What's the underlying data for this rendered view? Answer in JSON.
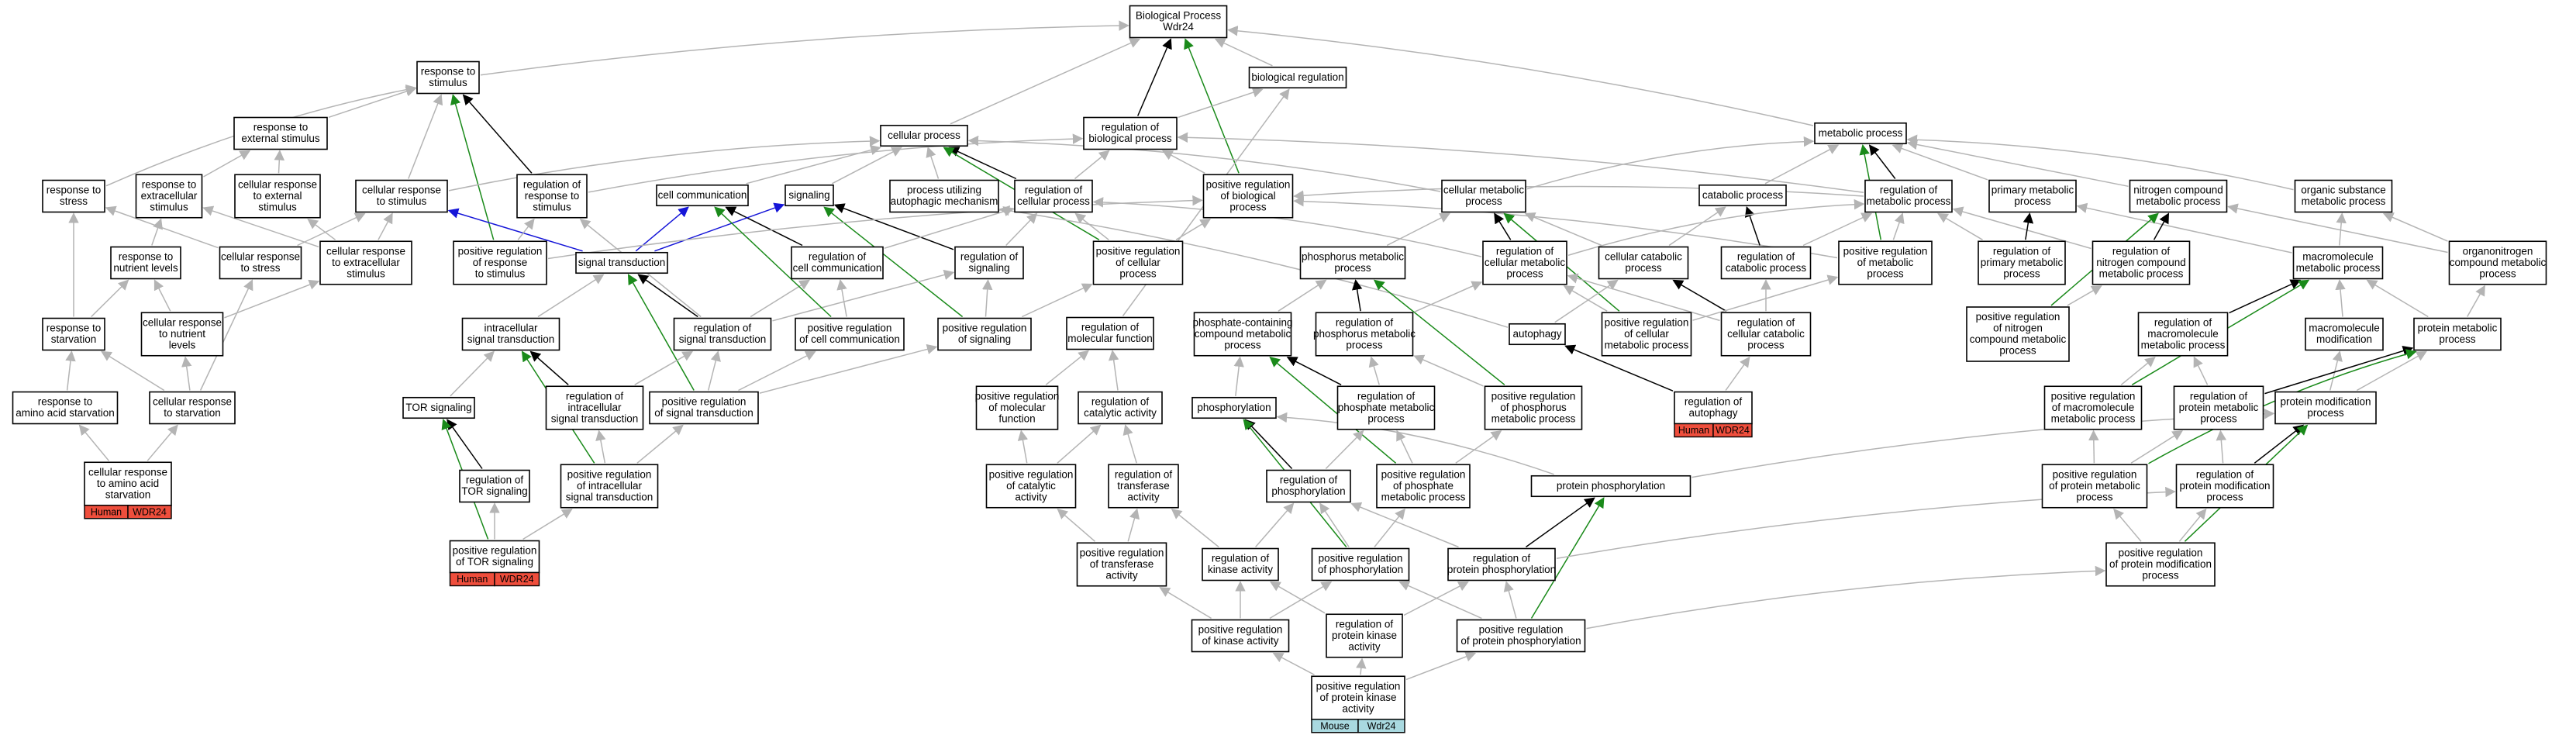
{
  "colors": {
    "gray": "#b4b4b4",
    "black": "#000000",
    "green": "#1a8a1a",
    "blue": "#1515d8",
    "human": "#ef4e3c",
    "mouse": "#a9d9e0"
  },
  "nodes": {
    "bp": {
      "lines": [
        "Biological Process",
        "Wdr24"
      ]
    },
    "rts": {
      "lines": [
        "response to",
        "stimulus"
      ]
    },
    "rtes": {
      "lines": [
        "response to",
        "external stimulus"
      ]
    },
    "rtstress": {
      "lines": [
        "response to",
        "stress"
      ]
    },
    "rtextra": {
      "lines": [
        "response to",
        "extracellular",
        "stimulus"
      ]
    },
    "crtes": {
      "lines": [
        "cellular response",
        "to external",
        "stimulus"
      ]
    },
    "crts": {
      "lines": [
        "cellular response",
        "to stimulus"
      ]
    },
    "rrts": {
      "lines": [
        "regulation of",
        "response to",
        "stimulus"
      ]
    },
    "rtnl": {
      "lines": [
        "response to",
        "nutrient levels"
      ]
    },
    "crtstress": {
      "lines": [
        "cellular response",
        "to stress"
      ]
    },
    "crtextra": {
      "lines": [
        "cellular response",
        "to extracellular",
        "stimulus"
      ]
    },
    "prrts": {
      "lines": [
        "positive regulation",
        "of response",
        "to stimulus"
      ]
    },
    "rtstarv": {
      "lines": [
        "response to",
        "starvation"
      ]
    },
    "crtnl": {
      "lines": [
        "cellular response",
        "to nutrient",
        "levels"
      ]
    },
    "rtaas": {
      "lines": [
        "response to",
        "amino acid starvation"
      ]
    },
    "crtstarv": {
      "lines": [
        "cellular response",
        "to starvation"
      ]
    },
    "crtaas": {
      "lines": [
        "cellular response",
        "to amino acid",
        "starvation"
      ]
    },
    "cp": {
      "lines": [
        "cellular process"
      ]
    },
    "rbp": {
      "lines": [
        "regulation of",
        "biological process"
      ]
    },
    "breg": {
      "lines": [
        "biological regulation"
      ]
    },
    "cc": {
      "lines": [
        "cell communication"
      ]
    },
    "sig": {
      "lines": [
        "signaling"
      ]
    },
    "puam": {
      "lines": [
        "process utilizing",
        "autophagic mechanism"
      ]
    },
    "rcp": {
      "lines": [
        "regulation of",
        "cellular process"
      ]
    },
    "prbp": {
      "lines": [
        "positive regulation",
        "of biological",
        "process"
      ]
    },
    "st": {
      "lines": [
        "signal transduction"
      ]
    },
    "rcc": {
      "lines": [
        "regulation of",
        "cell communication"
      ]
    },
    "rsig": {
      "lines": [
        "regulation of",
        "signaling"
      ]
    },
    "prcp": {
      "lines": [
        "positive regulation",
        "of cellular",
        "process"
      ]
    },
    "ist": {
      "lines": [
        "intracellular",
        "signal transduction"
      ]
    },
    "rst": {
      "lines": [
        "regulation of",
        "signal transduction"
      ]
    },
    "prcc": {
      "lines": [
        "positive regulation",
        "of cell communication"
      ]
    },
    "prsig": {
      "lines": [
        "positive regulation",
        "of signaling"
      ]
    },
    "tor": {
      "lines": [
        "TOR signaling"
      ]
    },
    "rist": {
      "lines": [
        "regulation of",
        "intracellular",
        "signal transduction"
      ]
    },
    "prst": {
      "lines": [
        "positive regulation",
        "of signal transduction"
      ]
    },
    "rtor": {
      "lines": [
        "regulation of",
        "TOR signaling"
      ]
    },
    "prist": {
      "lines": [
        "positive regulation",
        "of intracellular",
        "signal transduction"
      ]
    },
    "prtor": {
      "lines": [
        "positive regulation",
        "of TOR signaling"
      ]
    },
    "rmf": {
      "lines": [
        "regulation of",
        "molecular function"
      ]
    },
    "prmf": {
      "lines": [
        "positive regulation",
        "of molecular",
        "function"
      ]
    },
    "rca": {
      "lines": [
        "regulation of",
        "catalytic activity"
      ]
    },
    "prca": {
      "lines": [
        "positive regulation",
        "of catalytic",
        "activity"
      ]
    },
    "rta": {
      "lines": [
        "regulation of",
        "transferase",
        "activity"
      ]
    },
    "prta": {
      "lines": [
        "positive regulation",
        "of transferase",
        "activity"
      ]
    },
    "rka": {
      "lines": [
        "regulation of",
        "kinase activity"
      ]
    },
    "prka": {
      "lines": [
        "positive regulation",
        "of kinase activity"
      ]
    },
    "rpka": {
      "lines": [
        "regulation of",
        "protein kinase",
        "activity"
      ]
    },
    "prpka": {
      "lines": [
        "positive regulation",
        "of protein kinase",
        "activity"
      ]
    },
    "mp": {
      "lines": [
        "metabolic process"
      ]
    },
    "cmp": {
      "lines": [
        "cellular metabolic",
        "process"
      ]
    },
    "catp": {
      "lines": [
        "catabolic process"
      ]
    },
    "rmp": {
      "lines": [
        "regulation of",
        "metabolic process"
      ]
    },
    "pmp": {
      "lines": [
        "primary metabolic",
        "process"
      ]
    },
    "ncmp": {
      "lines": [
        "nitrogen compound",
        "metabolic process"
      ]
    },
    "osmp": {
      "lines": [
        "organic substance",
        "metabolic process"
      ]
    },
    "phmp": {
      "lines": [
        "phosphorus metabolic",
        "process"
      ]
    },
    "rcmp": {
      "lines": [
        "regulation of",
        "cellular metabolic",
        "process"
      ]
    },
    "ccatp": {
      "lines": [
        "cellular catabolic",
        "process"
      ]
    },
    "rcatp": {
      "lines": [
        "regulation of",
        "catabolic process"
      ]
    },
    "prmp": {
      "lines": [
        "positive regulation",
        "of metabolic",
        "process"
      ]
    },
    "rpmp": {
      "lines": [
        "regulation of",
        "primary metabolic",
        "process"
      ]
    },
    "rncmp": {
      "lines": [
        "regulation of",
        "nitrogen compound",
        "metabolic process"
      ]
    },
    "mmp": {
      "lines": [
        "macromolecule",
        "metabolic process"
      ]
    },
    "ocmp": {
      "lines": [
        "organonitrogen",
        "compound metabolic",
        "process"
      ]
    },
    "pccmp": {
      "lines": [
        "phosphate-containing",
        "compound metabolic",
        "process"
      ]
    },
    "rphmp": {
      "lines": [
        "regulation of",
        "phosphorus metabolic",
        "process"
      ]
    },
    "auto": {
      "lines": [
        "autophagy"
      ]
    },
    "prcmp": {
      "lines": [
        "positive regulation",
        "of cellular",
        "metabolic process"
      ]
    },
    "rccatp": {
      "lines": [
        "regulation of",
        "cellular catabolic",
        "process"
      ]
    },
    "prncmp": {
      "lines": [
        "positive regulation",
        "of nitrogen",
        "compound metabolic",
        "process"
      ]
    },
    "rmmp": {
      "lines": [
        "regulation of",
        "macromolecule",
        "metabolic process"
      ]
    },
    "mmod": {
      "lines": [
        "macromolecule",
        "modification"
      ]
    },
    "protmp": {
      "lines": [
        "protein metabolic",
        "process"
      ]
    },
    "phos": {
      "lines": [
        "phosphorylation"
      ]
    },
    "rpcmp": {
      "lines": [
        "regulation of",
        "phosphate metabolic",
        "process"
      ]
    },
    "prphmp": {
      "lines": [
        "positive regulation",
        "of phosphorus",
        "metabolic process"
      ]
    },
    "rauto": {
      "lines": [
        "regulation of",
        "autophagy"
      ]
    },
    "prmmp": {
      "lines": [
        "positive regulation",
        "of macromolecule",
        "metabolic process"
      ]
    },
    "rprotmp": {
      "lines": [
        "regulation of",
        "protein metabolic",
        "process"
      ]
    },
    "pmod": {
      "lines": [
        "protein modification",
        "process"
      ]
    },
    "rphos": {
      "lines": [
        "regulation of",
        "phosphorylation"
      ]
    },
    "prpcmp": {
      "lines": [
        "positive regulation",
        "of phosphate",
        "metabolic process"
      ]
    },
    "pphos": {
      "lines": [
        "protein phosphorylation"
      ]
    },
    "prprotmp": {
      "lines": [
        "positive regulation",
        "of protein metabolic",
        "process"
      ]
    },
    "rpmod": {
      "lines": [
        "regulation of",
        "protein modification",
        "process"
      ]
    },
    "prphos": {
      "lines": [
        "positive regulation",
        "of phosphorylation"
      ]
    },
    "rpphos": {
      "lines": [
        "regulation of",
        "protein phosphorylation"
      ]
    },
    "prpmod": {
      "lines": [
        "positive regulation",
        "of protein modification",
        "process"
      ]
    },
    "prpphos": {
      "lines": [
        "positive regulation",
        "of protein phosphorylation"
      ]
    }
  },
  "badges": [
    {
      "node": "crtaas",
      "species": "Human",
      "gene": "WDR24",
      "color": "human"
    },
    {
      "node": "prtor",
      "species": "Human",
      "gene": "WDR24",
      "color": "human"
    },
    {
      "node": "rauto",
      "species": "Human",
      "gene": "WDR24",
      "color": "human"
    },
    {
      "node": "prpka",
      "species": "Mouse",
      "gene": "Wdr24",
      "color": "mouse"
    }
  ],
  "edges": [
    [
      "rts",
      "bp",
      "gray"
    ],
    [
      "breg",
      "bp",
      "gray"
    ],
    [
      "rbp",
      "bp",
      "black"
    ],
    [
      "cp",
      "bp",
      "gray"
    ],
    [
      "prbp",
      "bp",
      "green"
    ],
    [
      "mp",
      "bp",
      "gray"
    ],
    [
      "rtes",
      "rts",
      "gray"
    ],
    [
      "rtstress",
      "rts",
      "gray"
    ],
    [
      "crts",
      "rts",
      "gray"
    ],
    [
      "rrts",
      "rts",
      "black"
    ],
    [
      "prrts",
      "rts",
      "green"
    ],
    [
      "rtextra",
      "rtes",
      "gray"
    ],
    [
      "crtes",
      "rtes",
      "gray"
    ],
    [
      "rtnl",
      "rtextra",
      "gray"
    ],
    [
      "crtextra",
      "rtextra",
      "gray"
    ],
    [
      "crtextra",
      "crtes",
      "gray"
    ],
    [
      "crtstress",
      "crts",
      "gray"
    ],
    [
      "crtextra",
      "crts",
      "gray"
    ],
    [
      "st",
      "crts",
      "blue"
    ],
    [
      "prrts",
      "rrts",
      "gray"
    ],
    [
      "rst",
      "rrts",
      "gray"
    ],
    [
      "crtstress",
      "rtstress",
      "gray"
    ],
    [
      "rtstarv",
      "rtstress",
      "gray"
    ],
    [
      "rtstarv",
      "rtnl",
      "gray"
    ],
    [
      "crtnl",
      "rtnl",
      "gray"
    ],
    [
      "crtnl",
      "crtextra",
      "gray"
    ],
    [
      "crtstarv",
      "rtstarv",
      "gray"
    ],
    [
      "crtstarv",
      "crtnl",
      "gray"
    ],
    [
      "crtstarv",
      "crtstress",
      "gray"
    ],
    [
      "rtaas",
      "rtstarv",
      "gray"
    ],
    [
      "crtaas",
      "rtaas",
      "gray"
    ],
    [
      "crtaas",
      "crtstarv",
      "gray"
    ],
    [
      "rbp",
      "breg",
      "gray"
    ],
    [
      "rmf",
      "breg",
      "gray"
    ],
    [
      "crts",
      "cp",
      "gray"
    ],
    [
      "cc",
      "cp",
      "gray"
    ],
    [
      "sig",
      "cp",
      "gray"
    ],
    [
      "puam",
      "cp",
      "gray"
    ],
    [
      "rcp",
      "cp",
      "black"
    ],
    [
      "prcp",
      "cp",
      "green"
    ],
    [
      "cmp",
      "cp",
      "gray"
    ],
    [
      "rcp",
      "rbp",
      "gray"
    ],
    [
      "prbp",
      "rbp",
      "gray"
    ],
    [
      "rmp",
      "rbp",
      "gray"
    ],
    [
      "rrts",
      "rbp",
      "gray"
    ],
    [
      "st",
      "cc",
      "blue"
    ],
    [
      "rcc",
      "cc",
      "black"
    ],
    [
      "st",
      "sig",
      "blue"
    ],
    [
      "rsig",
      "sig",
      "black"
    ],
    [
      "prsig",
      "sig",
      "green"
    ],
    [
      "prcp",
      "rcp",
      "gray"
    ],
    [
      "rcc",
      "rcp",
      "gray"
    ],
    [
      "rcmp",
      "rcp",
      "gray"
    ],
    [
      "prcp",
      "prbp",
      "gray"
    ],
    [
      "prmp",
      "prbp",
      "gray"
    ],
    [
      "prrts",
      "prbp",
      "gray"
    ],
    [
      "ist",
      "st",
      "gray"
    ],
    [
      "rst",
      "st",
      "black"
    ],
    [
      "prst",
      "st",
      "green"
    ],
    [
      "rst",
      "rcc",
      "gray"
    ],
    [
      "prcc",
      "rcc",
      "gray"
    ],
    [
      "rst",
      "rsig",
      "gray"
    ],
    [
      "prsig",
      "rsig",
      "gray"
    ],
    [
      "prcc",
      "cc",
      "green"
    ],
    [
      "prsig",
      "prcp",
      "gray"
    ],
    [
      "auto",
      "puam",
      "gray"
    ],
    [
      "tor",
      "ist",
      "gray"
    ],
    [
      "rist",
      "ist",
      "black"
    ],
    [
      "prist",
      "ist",
      "green"
    ],
    [
      "rist",
      "rst",
      "gray"
    ],
    [
      "prst",
      "rst",
      "gray"
    ],
    [
      "prst",
      "prcc",
      "gray"
    ],
    [
      "prst",
      "prsig",
      "gray"
    ],
    [
      "rtor",
      "tor",
      "black"
    ],
    [
      "prtor",
      "tor",
      "green"
    ],
    [
      "prist",
      "rist",
      "gray"
    ],
    [
      "prist",
      "prst",
      "gray"
    ],
    [
      "prtor",
      "rtor",
      "gray"
    ],
    [
      "prtor",
      "prist",
      "gray"
    ],
    [
      "rca",
      "rmf",
      "gray"
    ],
    [
      "prmf",
      "rmf",
      "gray"
    ],
    [
      "prca",
      "rca",
      "gray"
    ],
    [
      "prca",
      "prmf",
      "gray"
    ],
    [
      "rta",
      "rca",
      "gray"
    ],
    [
      "prta",
      "rta",
      "gray"
    ],
    [
      "prta",
      "prca",
      "gray"
    ],
    [
      "rka",
      "rta",
      "gray"
    ],
    [
      "prka",
      "rka",
      "gray"
    ],
    [
      "prka",
      "prta",
      "gray"
    ],
    [
      "rpka",
      "rka",
      "gray"
    ],
    [
      "prpka",
      "rpka",
      "gray"
    ],
    [
      "prpka",
      "prka",
      "gray"
    ],
    [
      "cmp",
      "mp",
      "gray"
    ],
    [
      "catp",
      "mp",
      "gray"
    ],
    [
      "rmp",
      "mp",
      "black"
    ],
    [
      "pmp",
      "mp",
      "gray"
    ],
    [
      "ncmp",
      "mp",
      "gray"
    ],
    [
      "osmp",
      "mp",
      "gray"
    ],
    [
      "prmp",
      "mp",
      "green"
    ],
    [
      "phmp",
      "cmp",
      "gray"
    ],
    [
      "rcmp",
      "cmp",
      "black"
    ],
    [
      "ccatp",
      "cmp",
      "gray"
    ],
    [
      "prcmp",
      "cmp",
      "green"
    ],
    [
      "ccatp",
      "catp",
      "gray"
    ],
    [
      "rcatp",
      "catp",
      "black"
    ],
    [
      "rcmp",
      "rmp",
      "gray"
    ],
    [
      "rcatp",
      "rmp",
      "gray"
    ],
    [
      "prmp",
      "rmp",
      "gray"
    ],
    [
      "rpmp",
      "rmp",
      "gray"
    ],
    [
      "rncmp",
      "rmp",
      "gray"
    ],
    [
      "rpmp",
      "pmp",
      "black"
    ],
    [
      "mmp",
      "pmp",
      "gray"
    ],
    [
      "rncmp",
      "ncmp",
      "black"
    ],
    [
      "prncmp",
      "ncmp",
      "green"
    ],
    [
      "ocmp",
      "ncmp",
      "gray"
    ],
    [
      "mmp",
      "osmp",
      "gray"
    ],
    [
      "ocmp",
      "osmp",
      "gray"
    ],
    [
      "pccmp",
      "phmp",
      "gray"
    ],
    [
      "rphmp",
      "phmp",
      "black"
    ],
    [
      "prphmp",
      "phmp",
      "green"
    ],
    [
      "prcmp",
      "rcmp",
      "gray"
    ],
    [
      "rccatp",
      "rcmp",
      "gray"
    ],
    [
      "rphmp",
      "rcmp",
      "gray"
    ],
    [
      "auto",
      "ccatp",
      "gray"
    ],
    [
      "rccatp",
      "ccatp",
      "black"
    ],
    [
      "rccatp",
      "rcatp",
      "gray"
    ],
    [
      "rauto",
      "rccatp",
      "gray"
    ],
    [
      "prcmp",
      "prmp",
      "gray"
    ],
    [
      "prncmp",
      "rncmp",
      "gray"
    ],
    [
      "rmmp",
      "mmp",
      "black"
    ],
    [
      "prmmp",
      "mmp",
      "green"
    ],
    [
      "protmp",
      "mmp",
      "gray"
    ],
    [
      "mmod",
      "mmp",
      "gray"
    ],
    [
      "protmp",
      "ocmp",
      "gray"
    ],
    [
      "phos",
      "pccmp",
      "gray"
    ],
    [
      "rpcmp",
      "pccmp",
      "black"
    ],
    [
      "prpcmp",
      "pccmp",
      "green"
    ],
    [
      "rpcmp",
      "rphmp",
      "gray"
    ],
    [
      "prphmp",
      "rphmp",
      "gray"
    ],
    [
      "rauto",
      "auto",
      "black"
    ],
    [
      "prmmp",
      "rmmp",
      "gray"
    ],
    [
      "rprotmp",
      "rmmp",
      "gray"
    ],
    [
      "pmod",
      "mmod",
      "gray"
    ],
    [
      "pmod",
      "protmp",
      "gray"
    ],
    [
      "rprotmp",
      "protmp",
      "black"
    ],
    [
      "prprotmp",
      "protmp",
      "green"
    ],
    [
      "rphos",
      "phos",
      "black"
    ],
    [
      "prphos",
      "phos",
      "green"
    ],
    [
      "pphos",
      "phos",
      "gray"
    ],
    [
      "rphos",
      "rpcmp",
      "gray"
    ],
    [
      "prpcmp",
      "rpcmp",
      "gray"
    ],
    [
      "prpcmp",
      "prphmp",
      "gray"
    ],
    [
      "prprotmp",
      "prmmp",
      "gray"
    ],
    [
      "prprotmp",
      "rprotmp",
      "gray"
    ],
    [
      "rpmod",
      "rprotmp",
      "gray"
    ],
    [
      "rpmod",
      "pmod",
      "black"
    ],
    [
      "prpmod",
      "pmod",
      "green"
    ],
    [
      "pphos",
      "pmod",
      "gray"
    ],
    [
      "prpmod",
      "prprotmp",
      "gray"
    ],
    [
      "prpmod",
      "rpmod",
      "gray"
    ],
    [
      "prphos",
      "rphos",
      "gray"
    ],
    [
      "rpphos",
      "rphos",
      "gray"
    ],
    [
      "prphos",
      "prpcmp",
      "gray"
    ],
    [
      "rpphos",
      "pphos",
      "black"
    ],
    [
      "prpphos",
      "pphos",
      "green"
    ],
    [
      "prpphos",
      "rpphos",
      "gray"
    ],
    [
      "prpphos",
      "prphos",
      "gray"
    ],
    [
      "prka",
      "prphos",
      "gray"
    ],
    [
      "rka",
      "rphos",
      "gray"
    ],
    [
      "rpka",
      "rpphos",
      "gray"
    ],
    [
      "prpka",
      "prpphos",
      "gray"
    ],
    [
      "prpphos",
      "prpmod",
      "gray"
    ],
    [
      "rpphos",
      "rpmod",
      "gray"
    ],
    [
      "rsig",
      "rcp",
      "gray"
    ],
    [
      "rmp",
      "prbp",
      "gray"
    ]
  ]
}
